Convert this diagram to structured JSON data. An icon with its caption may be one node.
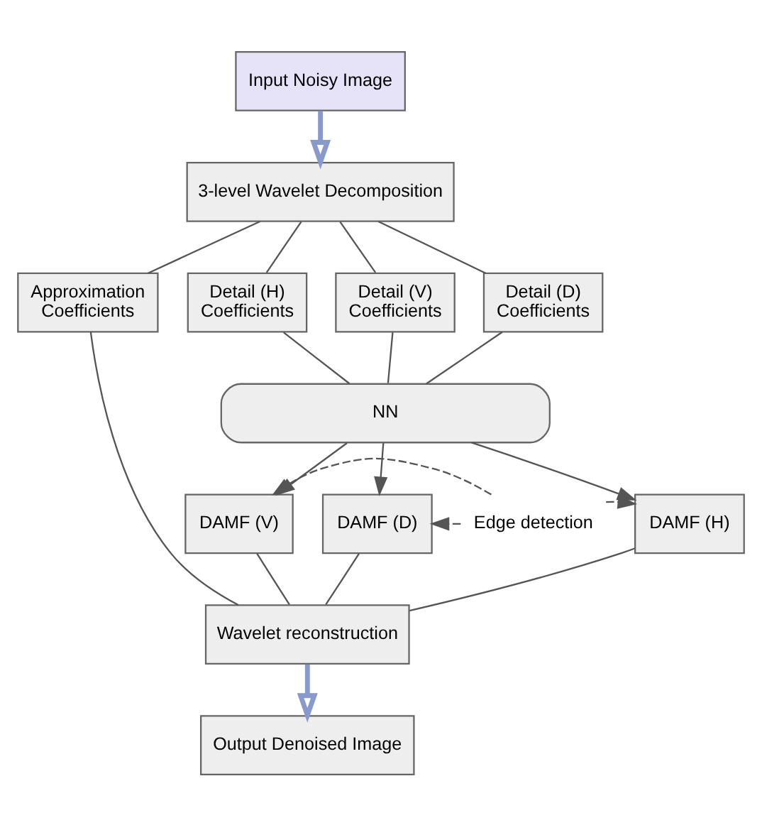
{
  "diagram": {
    "nodes": [
      {
        "text": [
          "Input Noisy Image"
        ]
      },
      {
        "text": [
          "3-level Wavelet Decomposition"
        ]
      },
      {
        "text": [
          "Approximation Coefficients"
        ]
      },
      {
        "text": [
          "Detail (H) Coefficients"
        ]
      },
      {
        "text": [
          "Detail (V) Coefficients"
        ]
      },
      {
        "text": [
          "Detail (D) Coefficients"
        ]
      },
      {
        "text": [
          "NN"
        ]
      },
      {
        "text": [
          "DAMF (H)"
        ]
      },
      {
        "text": [
          "DAMF (V)"
        ]
      },
      {
        "text": [
          "DAMF (D)"
        ]
      },
      {
        "text": [
          "Wavelet reconstruction"
        ]
      },
      {
        "text": [
          "Output Denoised Image"
        ]
      },
      {
        "text": [
          "Edge detection"
        ]
      }
    ],
    "edges": [
      {
        "from": 0,
        "to": 1,
        "arrow": "to",
        "style": "thick",
        "color": "#8899cc"
      },
      {
        "from": 1,
        "to": 2,
        "arrow": "none"
      },
      {
        "from": 1,
        "to": 3,
        "arrow": "none"
      },
      {
        "from": 1,
        "to": 4,
        "arrow": "none"
      },
      {
        "from": 1,
        "to": 5,
        "arrow": "none"
      },
      {
        "from": 3,
        "to": 6,
        "arrow": "none"
      },
      {
        "from": 4,
        "to": 6,
        "arrow": "none"
      },
      {
        "from": 5,
        "to": 6,
        "arrow": "none"
      },
      {
        "from": 6,
        "to": 7,
        "arrow": "to"
      },
      {
        "from": 6,
        "to": 8,
        "arrow": "to"
      },
      {
        "from": 6,
        "to": 9,
        "arrow": "to"
      },
      {
        "from": 12,
        "to": 7,
        "arrow": "to",
        "style": "dashed"
      },
      {
        "from": 12,
        "to": 8,
        "arrow": "to",
        "style": "dashed"
      },
      {
        "from": 12,
        "to": 9,
        "arrow": "to",
        "style": "dashed"
      },
      {
        "from": 2,
        "to": 10,
        "arrow": "none"
      },
      {
        "from": 7,
        "to": 10,
        "arrow": "none"
      },
      {
        "from": 8,
        "to": 10,
        "arrow": "none"
      },
      {
        "from": 9,
        "to": 10,
        "arrow": "none"
      },
      {
        "from": 10,
        "to": 11,
        "arrow": "to",
        "style": "thick",
        "color": "#8899cc"
      }
    ]
  }
}
